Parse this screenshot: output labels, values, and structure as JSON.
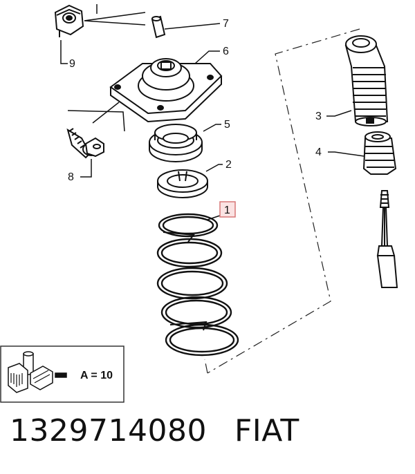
{
  "callouts": {
    "c1": "1",
    "c2": "2",
    "c3": "3",
    "c4": "4",
    "c5": "5",
    "c6": "6",
    "c7": "7",
    "c8": "8",
    "c9": "9"
  },
  "legend": {
    "quantity": "A = 10"
  },
  "footer": {
    "part_number": "1329714080",
    "brand": "FIAT"
  },
  "colors": {
    "highlight_fill": "#fbe3e3",
    "highlight_stroke": "#d77777",
    "ink": "#111111"
  }
}
